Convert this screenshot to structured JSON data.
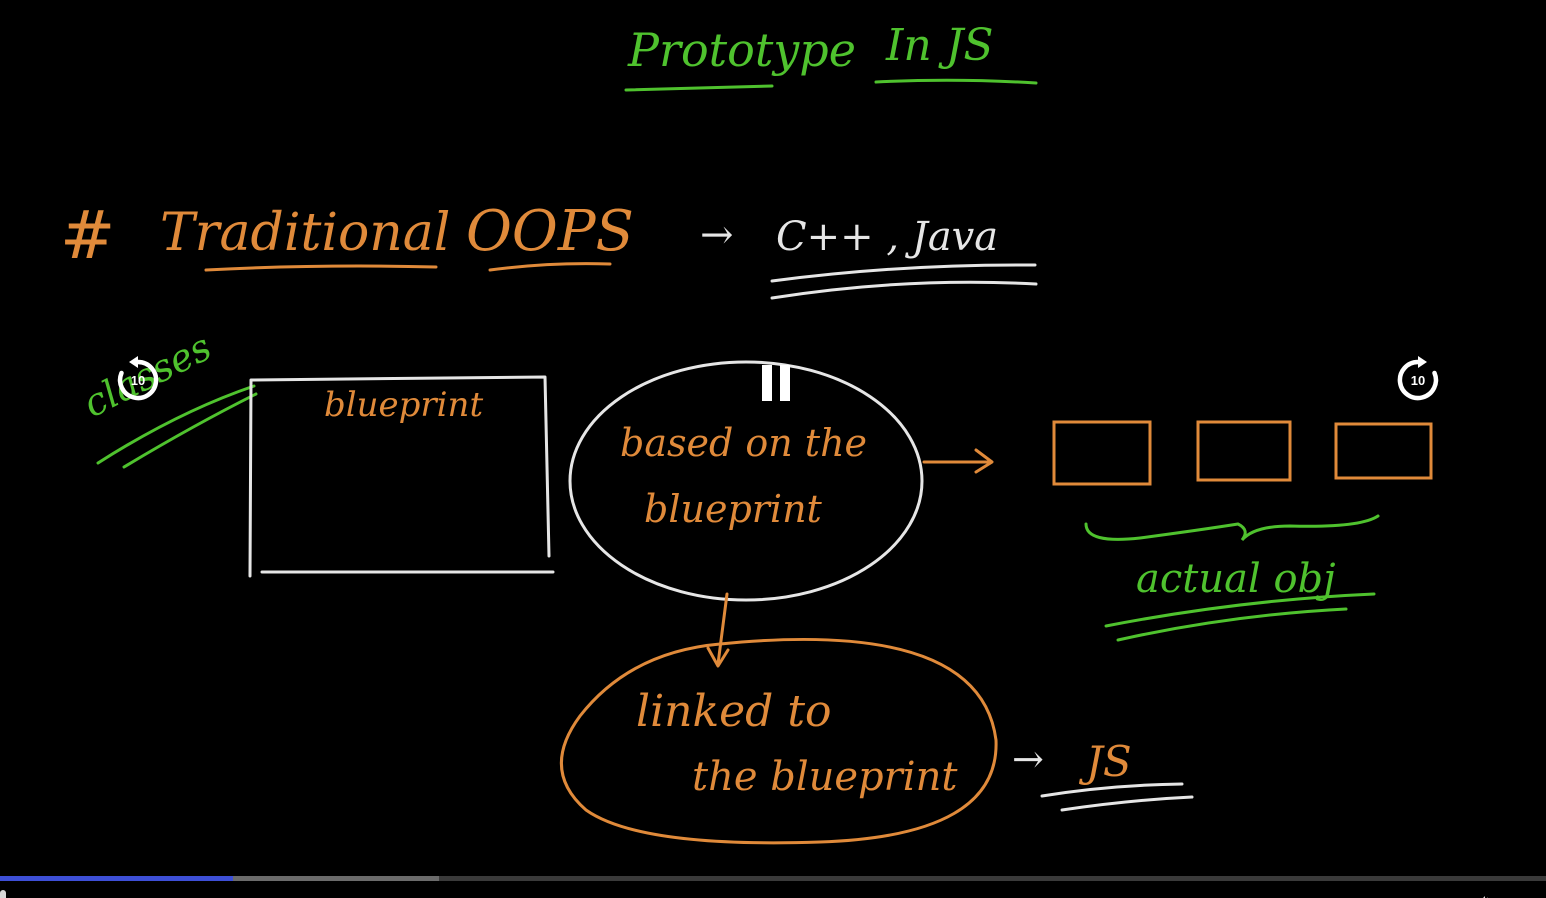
{
  "board": {
    "title_word1": "Prototype",
    "title_word2": "In JS",
    "heading_hash": "#",
    "heading_word1": "Traditional",
    "heading_word2": "OOPS",
    "heading_arrow": "→",
    "heading_languages": "C++ , Java",
    "classes_label": "classes",
    "blueprint_label": "blueprint",
    "ellipse_line1": "based on the",
    "ellipse_line2": "blueprint",
    "objects_label": "actual obj",
    "linked_line1": "linked to",
    "linked_line2": "the blueprint",
    "js_arrow": "→",
    "js_label": "JS"
  },
  "player": {
    "rewind_seconds": "10",
    "forward_seconds": "10",
    "played_fraction": 0.151,
    "buffered_fraction": 0.284
  },
  "colors": {
    "green": "#4fc22e",
    "orange": "#e08a3a",
    "white": "#e6e6e6",
    "progress_played": "#3d4fd6"
  },
  "icons": {
    "rewind": "rewind-10-icon",
    "forward": "forward-10-icon",
    "pause": "pause-icon"
  }
}
